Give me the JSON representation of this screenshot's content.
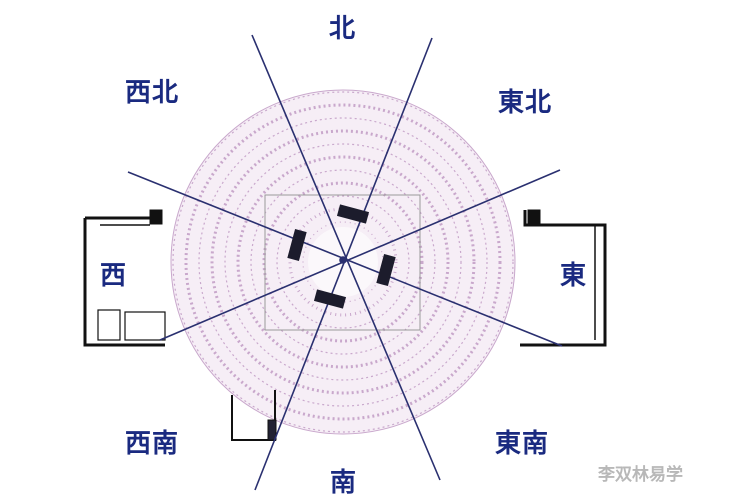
{
  "directions": {
    "north": "北",
    "northeast": "東北",
    "east": "東",
    "southeast": "東南",
    "south": "南",
    "southwest": "西南",
    "west": "西",
    "northwest": "西北"
  },
  "watermark": "李双林易学",
  "colors": {
    "label": "#1a2a80",
    "lines": "#2a3070",
    "compass": "#c9a8cc",
    "walls": "#111111"
  }
}
